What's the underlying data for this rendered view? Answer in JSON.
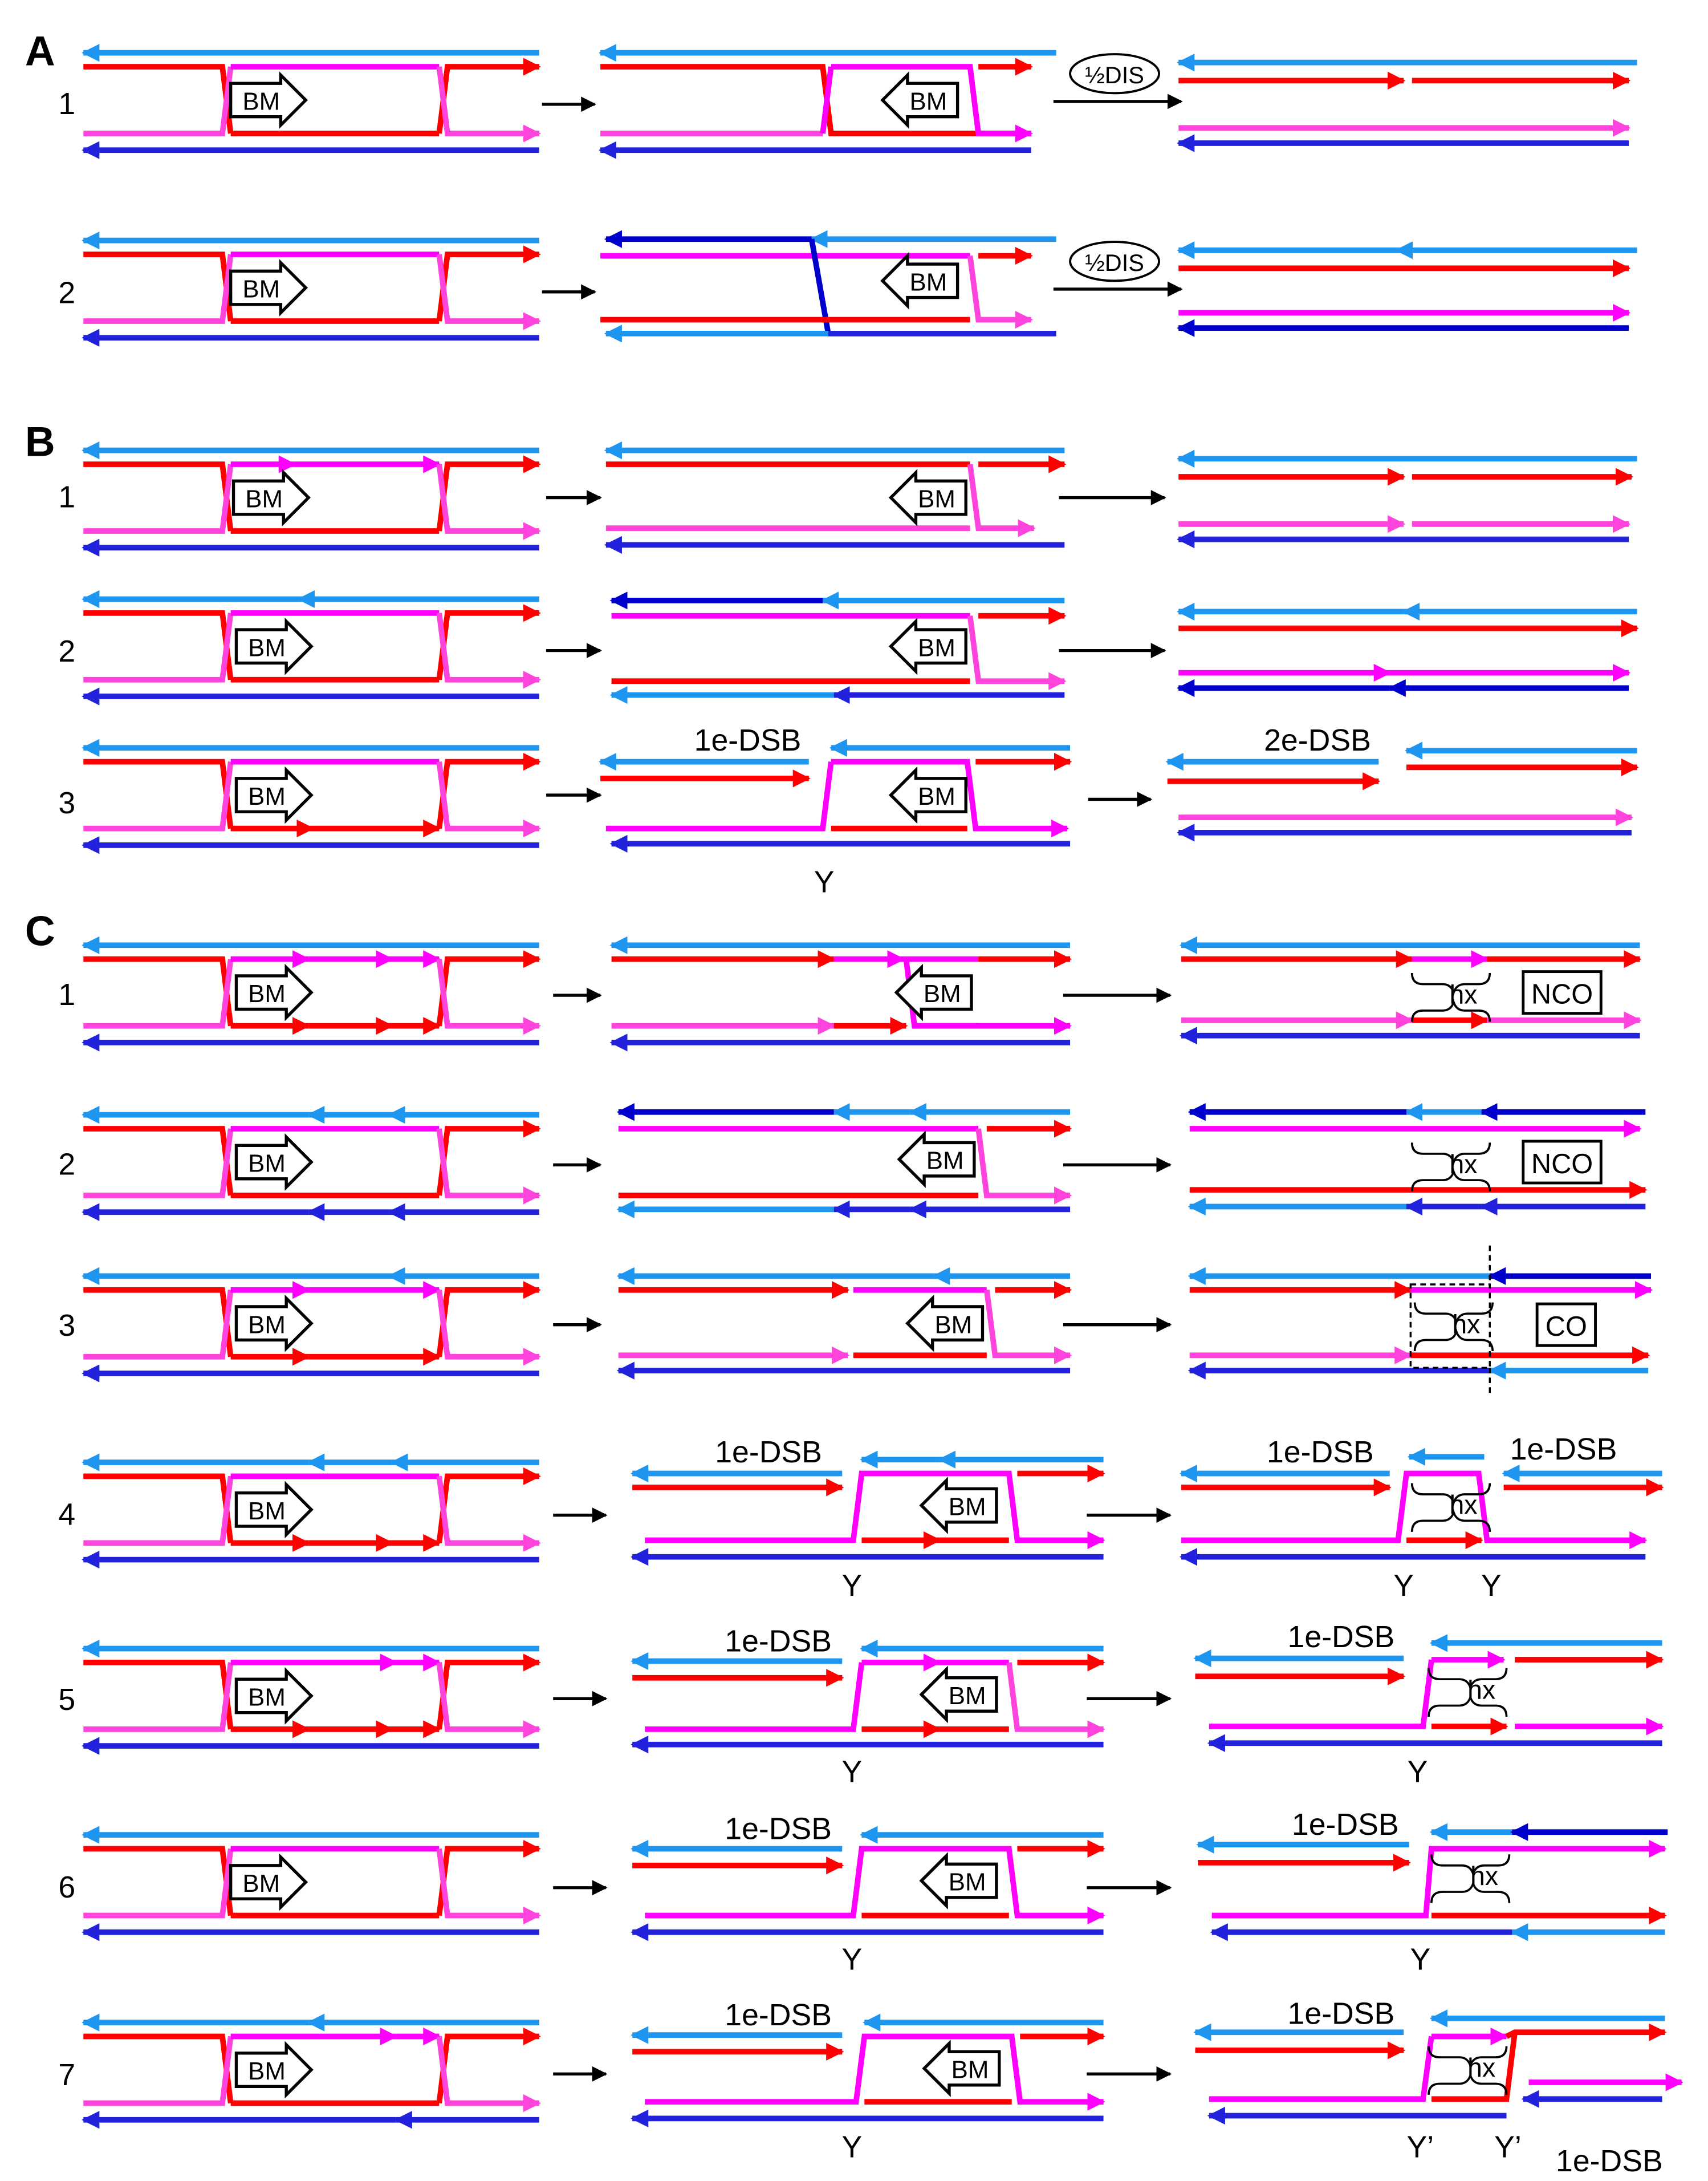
{
  "colors": {
    "red": "#ff0000",
    "magenta": "#ff00ff",
    "pink": "#ff44dd",
    "light_blue": "#1e96f0",
    "dark_blue": "#2222dd",
    "navy": "#0000cc",
    "black": "#000000"
  },
  "icons": {
    "branch_migration": "hollow-arrow-icon",
    "transition": "right-arrow-icon",
    "dissociation": "oval-badge"
  },
  "labels": {
    "bm": "BM",
    "half_dis": "½DIS",
    "y": "Y",
    "y_prime": "Y’",
    "hx": "hx",
    "one_e_dsb": "1e-DSB",
    "two_e_dsb": "2e-DSB",
    "nco": "NCO",
    "co": "CO"
  },
  "panels": [
    {
      "letter": "A",
      "rows": [
        "1",
        "2"
      ]
    },
    {
      "letter": "B",
      "rows": [
        "1",
        "2",
        "3"
      ]
    },
    {
      "letter": "C",
      "rows": [
        "1",
        "2",
        "3",
        "4",
        "5",
        "6",
        "7"
      ]
    }
  ]
}
